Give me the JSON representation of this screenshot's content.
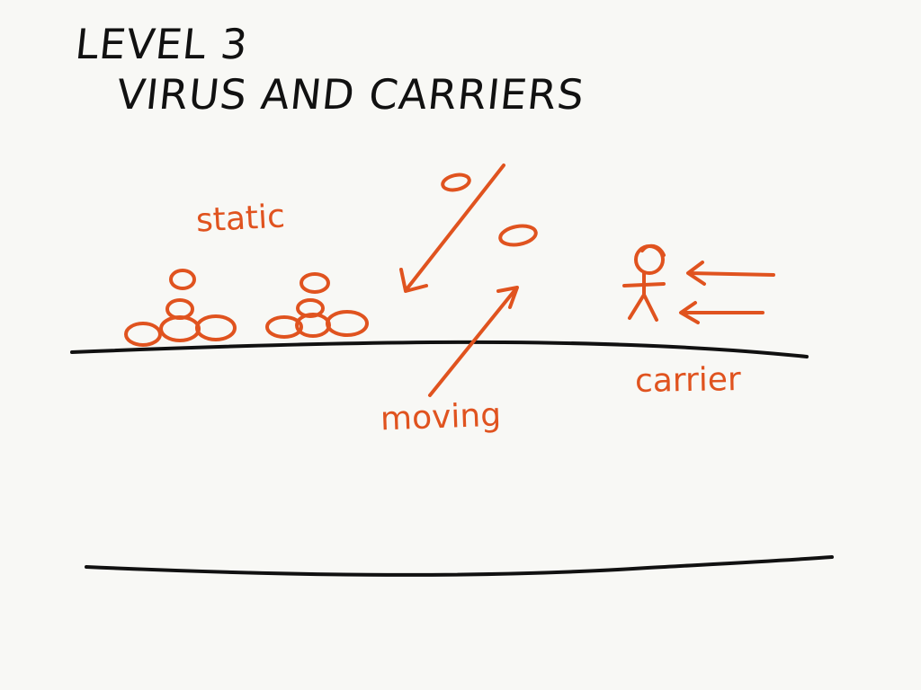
{
  "title": {
    "line1": "LEVEL 3",
    "line2": "VIRUS AND CARRIERS"
  },
  "labels": {
    "static": "static",
    "moving": "moving",
    "carrier": "carrier"
  },
  "colors": {
    "ink": "#111111",
    "accent": "#e0531f",
    "paper": "#f8f8f5"
  }
}
